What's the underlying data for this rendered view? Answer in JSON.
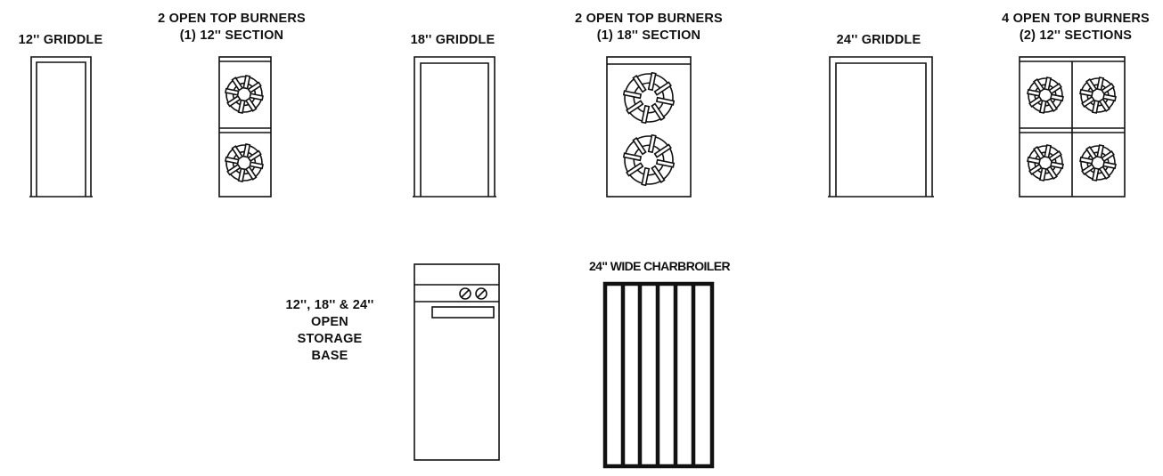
{
  "labels": {
    "griddle_12": "12'' GRIDDLE",
    "burners_2_12_line1": "2 OPEN TOP BURNERS",
    "burners_2_12_line2": "(1) 12'' SECTION",
    "griddle_18": "18'' GRIDDLE",
    "burners_2_18_line1": "2 OPEN TOP BURNERS",
    "burners_2_18_line2": "(1) 18'' SECTION",
    "griddle_24": "24'' GRIDDLE",
    "burners_4_line1": "4 OPEN TOP BURNERS",
    "burners_4_line2": "(2) 12'' SECTIONS",
    "storage_line1": "12'', 18'' & 24''",
    "storage_line2": "OPEN",
    "storage_line3": "STORAGE",
    "storage_line4": "BASE",
    "charbroiler": "24\" WIDE CHARBROILER"
  },
  "colors": {
    "stroke": "#111111",
    "background": "#ffffff"
  },
  "icons": [
    "open-burner-grate-icon",
    "control-knob-icon"
  ]
}
